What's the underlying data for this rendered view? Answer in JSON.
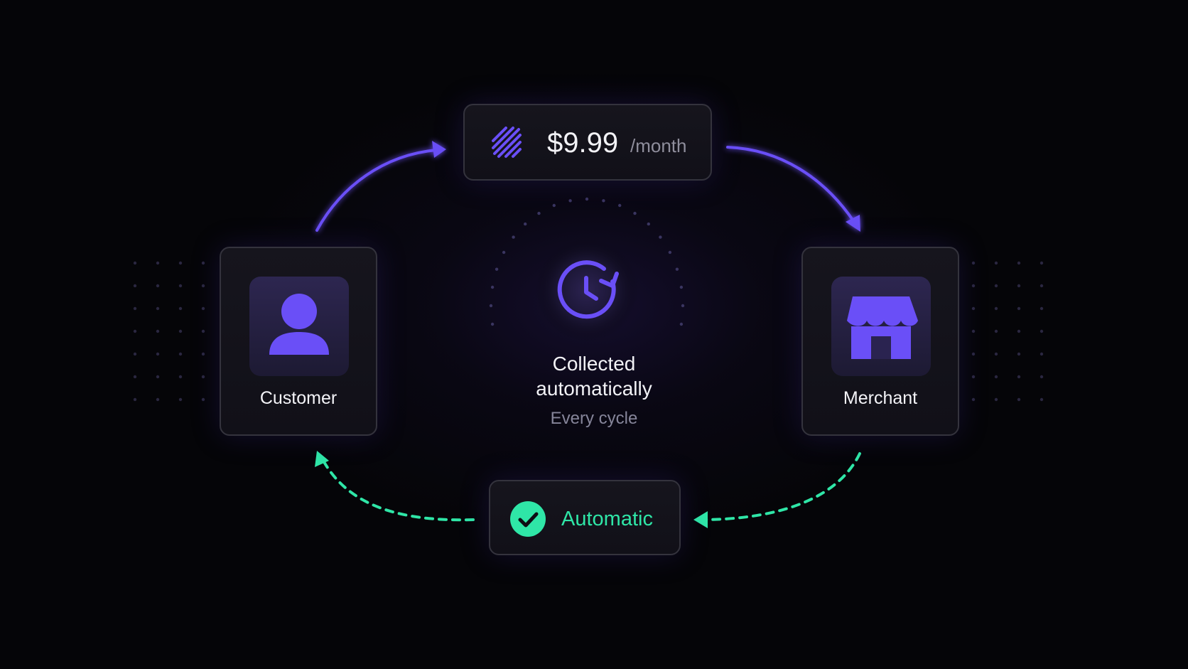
{
  "price": {
    "amount": "$9.99",
    "period": "/month",
    "logo_icon": "stripes-logo-icon"
  },
  "customer": {
    "label": "Customer",
    "icon": "person-icon"
  },
  "merchant": {
    "label": "Merchant",
    "icon": "storefront-icon"
  },
  "center": {
    "title_line1": "Collected",
    "title_line2": "automatically",
    "subtitle": "Every cycle",
    "icon": "clock-refresh-icon"
  },
  "status": {
    "label": "Automatic",
    "icon": "checkmark-icon"
  },
  "colors": {
    "background": "#050508",
    "accent_purple": "#6a4ff7",
    "accent_green": "#2fe6a7",
    "card_border": "#34333d"
  }
}
